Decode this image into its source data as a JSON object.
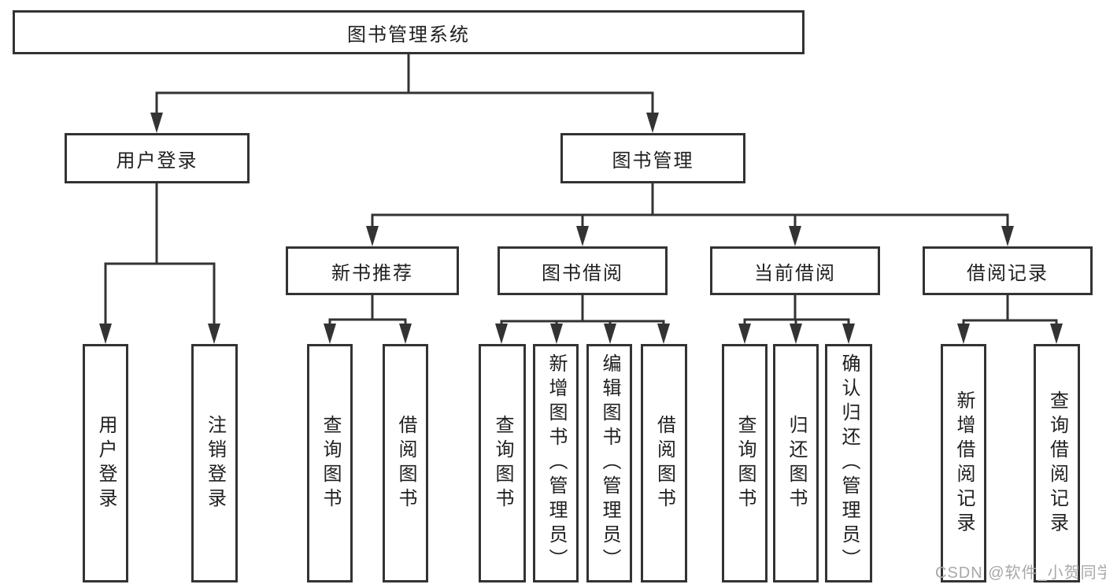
{
  "tree": {
    "label": "图书管理系统",
    "children": [
      {
        "label": "用户登录",
        "children": [
          {
            "label": "用户登录"
          },
          {
            "label": "注销登录"
          }
        ]
      },
      {
        "label": "图书管理",
        "children": [
          {
            "label": "新书推荐",
            "children": [
              {
                "label": "查询图书"
              },
              {
                "label": "借阅图书"
              }
            ]
          },
          {
            "label": "图书借阅",
            "children": [
              {
                "label": "查询图书"
              },
              {
                "label": "新增图书（管理员）"
              },
              {
                "label": "编辑图书（管理员）"
              },
              {
                "label": "借阅图书"
              }
            ]
          },
          {
            "label": "当前借阅",
            "children": [
              {
                "label": "查询图书"
              },
              {
                "label": "归还图书"
              },
              {
                "label": "确认归还（管理员）"
              }
            ]
          },
          {
            "label": "借阅记录",
            "children": [
              {
                "label": "新增借阅记录"
              },
              {
                "label": "查询借阅记录"
              }
            ]
          }
        ]
      }
    ]
  },
  "watermark": {
    "text": "CSDN @软件_小贺同学"
  },
  "colors": {
    "line": "#333333",
    "text": "#1f1f1f",
    "watermark": "#a8a8a8",
    "background": "#ffffff"
  }
}
